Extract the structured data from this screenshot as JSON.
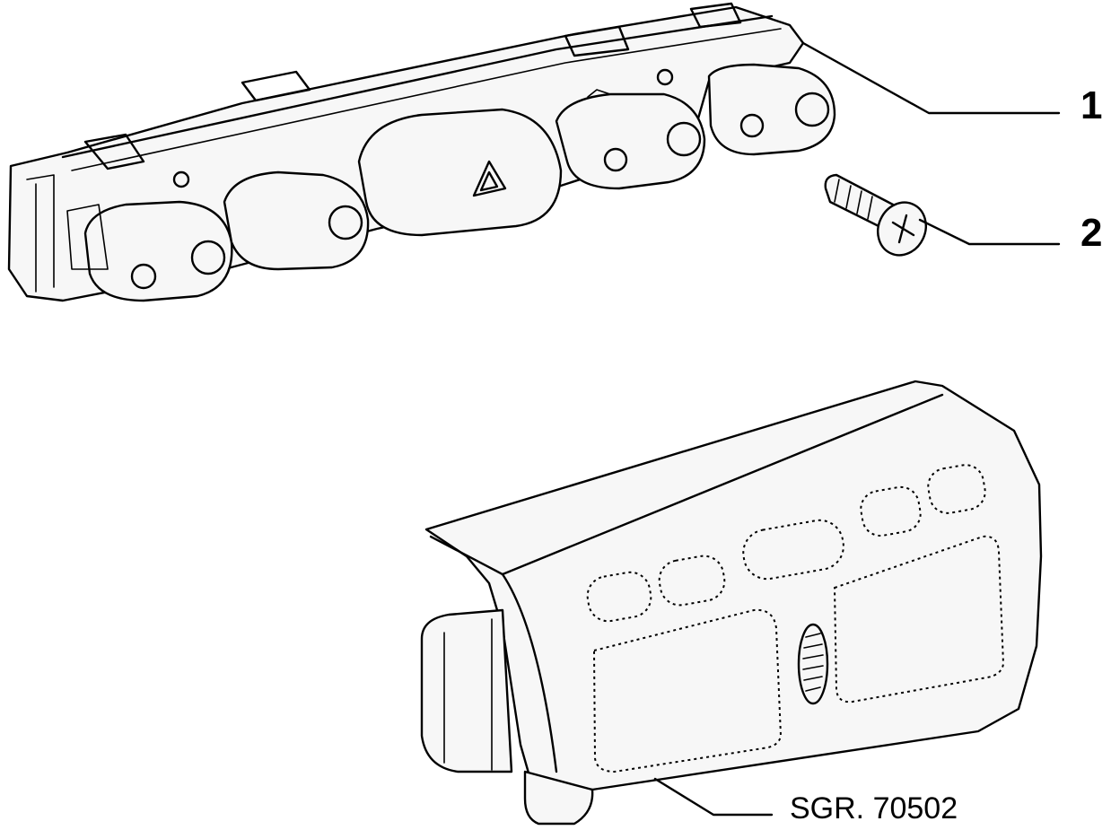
{
  "callouts": {
    "part1": "1",
    "part2": "2",
    "reference": "SGR. 70502"
  },
  "symbols": {
    "hazard_button": "hazard-triangle-icon",
    "screw_head": "phillips-screw-icon"
  },
  "colors": {
    "line": "#000000",
    "background": "#ffffff"
  }
}
